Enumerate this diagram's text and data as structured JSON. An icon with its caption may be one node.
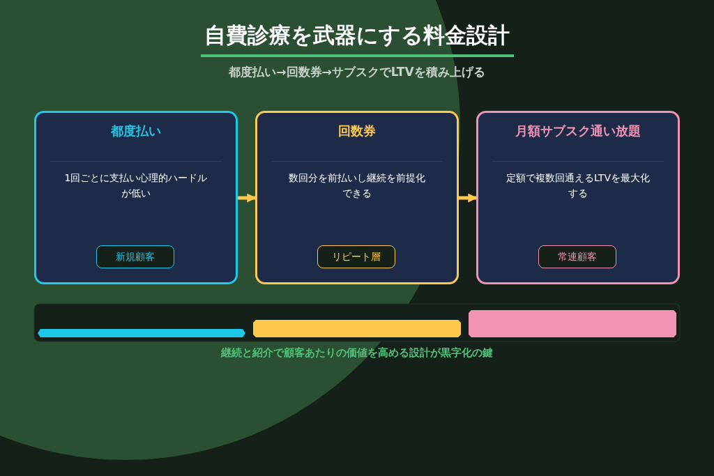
{
  "diagram": {
    "title": "自費診療を武器にする料金設計",
    "caption": "継続と紹介で顧客あたりの価値を高める設計が黒字化の鍵",
    "labels": [
      "都度払い→回数券→サブスクでLTVを積み上げる"
    ],
    "nodes": [
      {
        "text": [
          "都度払い",
          "1回ごとに支払い心理的ハードルが低い"
        ]
      },
      {
        "text": [
          "新規顧客"
        ],
        "in": 0
      },
      {
        "text": [
          "回数券",
          "数回分を前払いし継続を前提化できる"
        ]
      },
      {
        "text": [
          "リピート層"
        ],
        "in": 2
      },
      {
        "text": [
          "月額サブスク通い放題",
          "定額で複数回通えるLTVを最大化する"
        ]
      },
      {
        "text": [
          "常連顧客"
        ],
        "in": 4
      }
    ],
    "edges": [
      {
        "from": 0,
        "to": 2,
        "arrow": "to"
      },
      {
        "from": 2,
        "to": 4,
        "arrow": "to"
      }
    ]
  }
}
